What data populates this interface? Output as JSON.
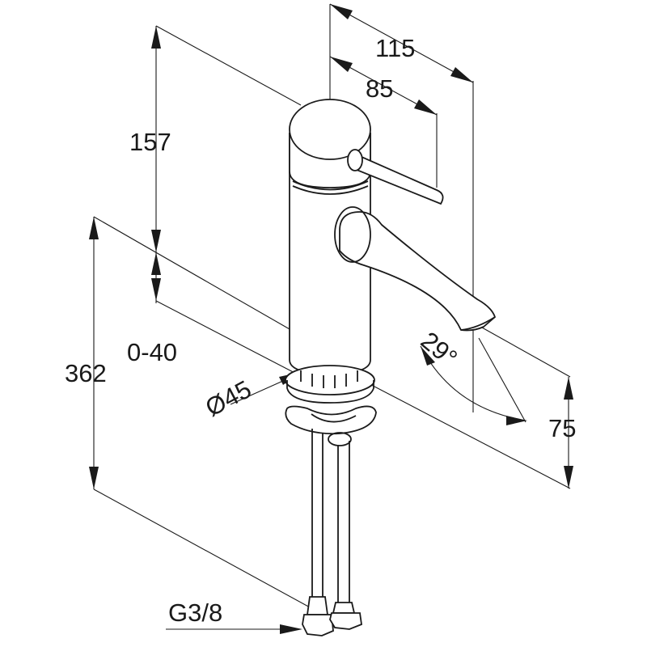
{
  "dimensions": {
    "width_total": "115",
    "width_lever": "85",
    "height_top": "157",
    "adjust_range": "0-40",
    "height_total": "362",
    "diameter": "Ø45",
    "angle": "29°",
    "spout_height": "75",
    "thread": "G3/8"
  },
  "colors": {
    "line": "#1a1a1a",
    "background": "#ffffff"
  }
}
